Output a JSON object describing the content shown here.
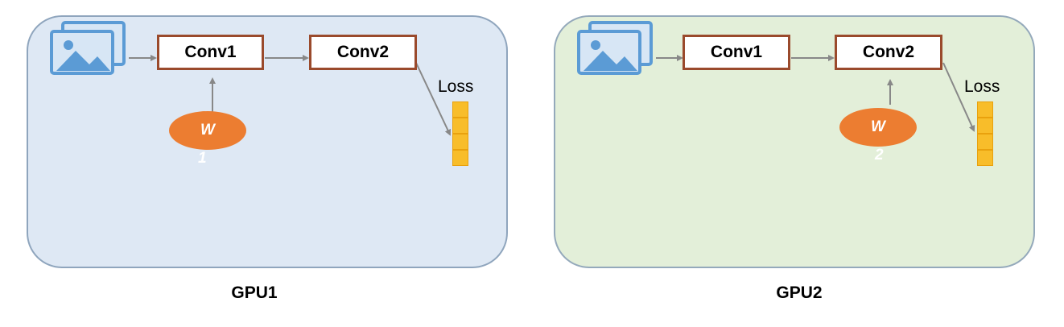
{
  "colors": {
    "gpu1_panel": "#dee8f4",
    "gpu2_panel": "#e3efd9",
    "conv_border": "#9a4a2c",
    "weight_fill": "#ec7d31",
    "loss_fill": "#f8bd2a",
    "arrow": "#888888",
    "image_icon": "#5b9bd5"
  },
  "gpus": [
    {
      "label": "GPU1",
      "conv1": "Conv1",
      "conv2": "Conv2",
      "loss": "Loss",
      "weight_symbol": "W",
      "weight_index": "1",
      "input_icon": "image-stack-icon"
    },
    {
      "label": "GPU2",
      "conv1": "Conv1",
      "conv2": "Conv2",
      "loss": "Loss",
      "weight_symbol": "W",
      "weight_index": "2",
      "input_icon": "image-stack-icon"
    }
  ]
}
